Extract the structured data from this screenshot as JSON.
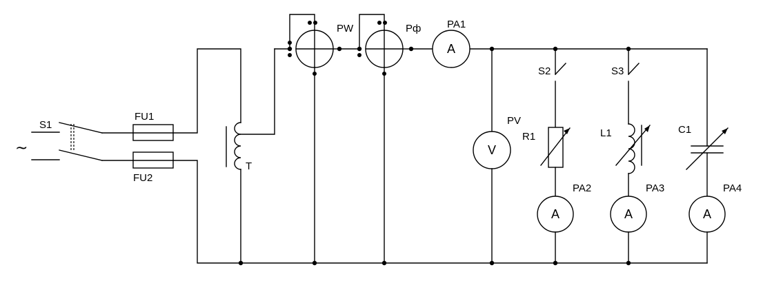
{
  "source_symbol": "~",
  "switch_main": "S1",
  "fuses": {
    "top": "FU1",
    "bottom": "FU2"
  },
  "transformer": "T",
  "wattmeter": "PW",
  "phase_meter": "Pф",
  "ammeter_main": {
    "id": "PA1",
    "symbol": "A"
  },
  "voltmeter": {
    "id": "PV",
    "symbol": "V"
  },
  "branch_resistor": {
    "switch": "S2",
    "element": "R1",
    "ammeter": "PA2",
    "symbol": "A"
  },
  "branch_inductor": {
    "switch": "S3",
    "element": "L1",
    "ammeter": "PA3",
    "symbol": "A"
  },
  "branch_capacitor": {
    "element": "C1",
    "ammeter": "PA4",
    "symbol": "A"
  }
}
